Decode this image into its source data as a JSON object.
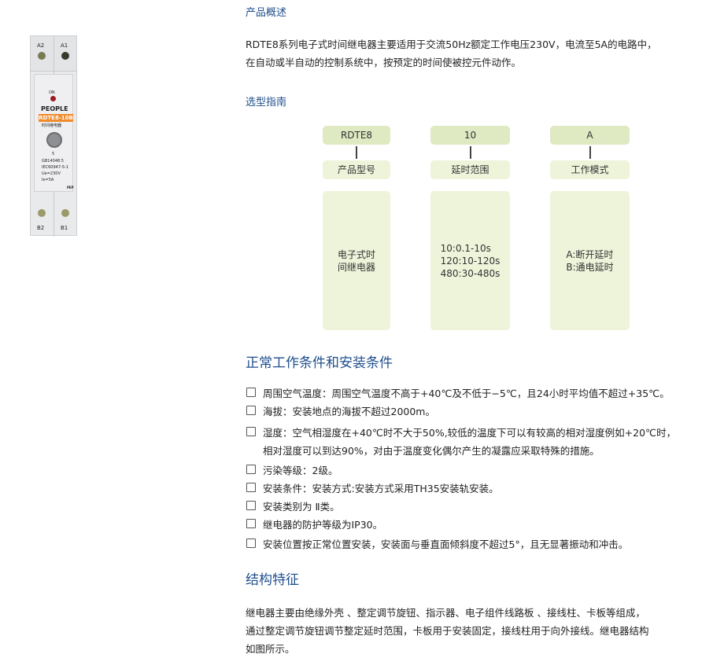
{
  "product_image": {
    "labels": [
      "A2",
      "A1",
      "ON",
      "PEOPLE",
      "RDTE8-10B",
      "时间继电器",
      "5",
      "GB14048.5",
      "IEC60947-5-1",
      "Ue=230V",
      "Ie=5A",
      "PEP",
      "B2",
      "B1"
    ]
  },
  "overview": {
    "heading": "产品概述",
    "lines": [
      "RDTE8系列电子式时间继电器主要适用于交流50Hz额定工作电压230V，电流至5A的电路中，",
      "在自动或半自动的控制系统中，按预定的时间使被控元件动作。"
    ]
  },
  "selection": {
    "heading": "选型指南",
    "columns": [
      {
        "code": "RDTE8",
        "label": "产品型号",
        "desc": "电子式时\n间继电器"
      },
      {
        "code": "10",
        "label": "延时范围",
        "desc": "10:0.1-10s\n120:10-120s\n480:30-480s"
      },
      {
        "code": "A",
        "label": "工作模式",
        "desc": "A:断开延时\nB:通电延时"
      }
    ]
  },
  "conditions": {
    "heading": "正常工作条件和安装条件",
    "items": [
      "周围空气温度：周围空气温度不高于+40℃及不低于−5℃，且24小时平均值不超过+35℃。",
      "海拔：安装地点的海拔不超过2000m。",
      "湿度：空气相湿度在+40℃时不大于50%,较低的温度下可以有较高的相对湿度例如+20℃时，",
      "相对湿度可以到达90%，对由于温度变化偶尔产生的凝露应采取特殊的措施。",
      "污染等级：2级。",
      "安装条件：安装方式:安装方式采用TH35安装轨安装。",
      "安装类别为  Ⅱ类。",
      "继电器的防护等级为IP30。",
      "安装位置按正常位置安装，安装面与垂直面倾斜度不超过5°，且无显著振动和冲击。"
    ]
  },
  "structure": {
    "heading": "结构特征",
    "lines": [
      "继电器主要由绝缘外壳 、整定调节旋钮、指示器、电子组件线路板 、接线柱、卡板等组成，",
      "通过整定调节旋钮调节整定延时范围，卡板用于安装固定，接线柱用于向外接线。继电器结构",
      "如图所示。"
    ]
  }
}
